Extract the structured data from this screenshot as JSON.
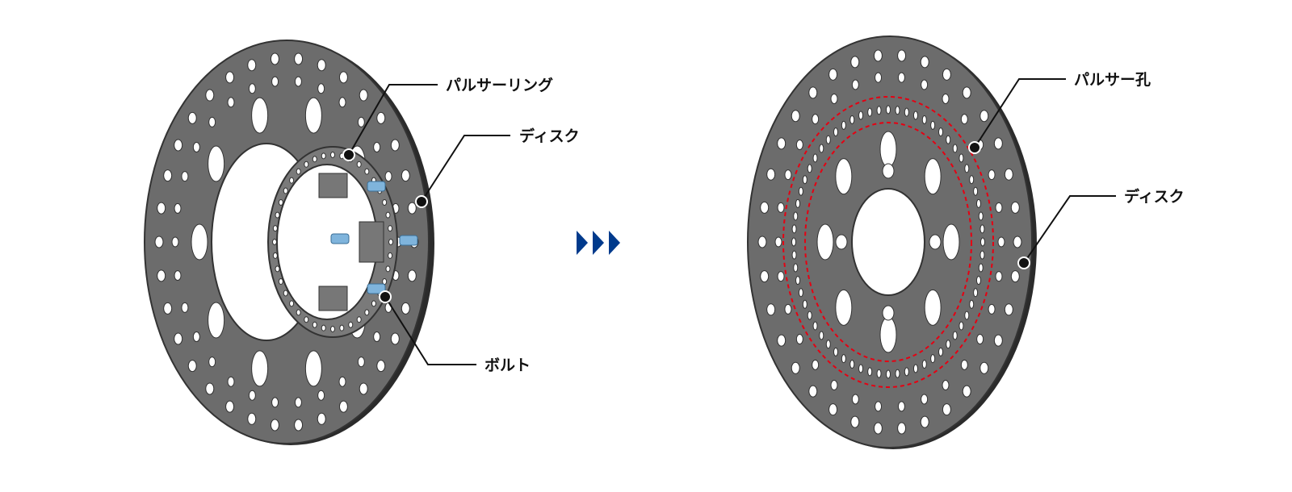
{
  "before": {
    "labels": {
      "pulser_ring": "パルサーリング",
      "disc": "ディスク",
      "bolt": "ボルト"
    }
  },
  "transition_icon": "triple-chevron-right-icon",
  "after": {
    "labels": {
      "pulser_hole": "パルサー孔",
      "disc": "ディスク"
    }
  },
  "colors": {
    "disc": "#6a6a6a",
    "arrow": "#003a8c",
    "dashed_highlight": "#e60012",
    "bolt": "#7fb4dc"
  }
}
